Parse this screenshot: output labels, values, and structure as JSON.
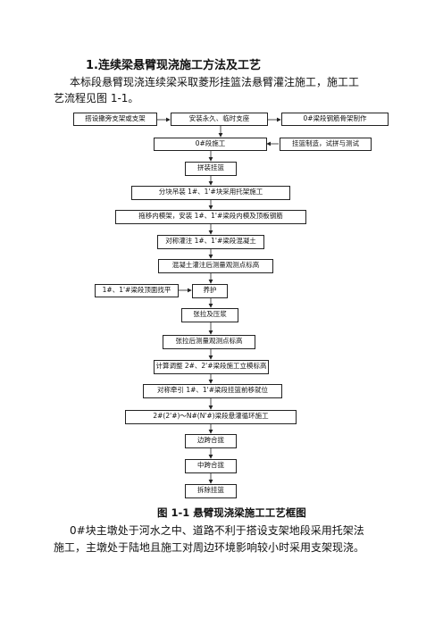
{
  "heading": "1.连续梁悬臂现浇施工方法及工艺",
  "intro": {
    "line1": "本标段悬臂现浇连续梁采取菱形挂篮法悬臂灌注施工，施工工",
    "line2": "艺流程见图 1-1。"
  },
  "flowchart": {
    "top_left": "搭设撒旁支架或支架",
    "top_mid": "安装永久、临时支座",
    "top_right": "0#梁段钢筋骨架制作",
    "zero_block": "0#段施工",
    "side_test": "挂篮制造，试拼与测试",
    "s1": "拼装挂篮",
    "s2": "分块吊装 1#、1'#块采用托架施工",
    "s3": "拖移内模架，安装 1#、1'#梁段内模及顶板钢筋",
    "s4": "对称灌注 1#、1'#梁段混凝土",
    "s5": "混凝土灌注后测量观测点标高",
    "side_left": "1#、1'#梁段顶面找平",
    "s6": "养护",
    "s7": "张拉及压浆",
    "s8": "张拉后测量观测点标高",
    "s9": "计算调整 2#、2'#梁段施工立模标高",
    "s10": "对称牵引 1#、1'#梁段挂篮前移就位",
    "s11": "2#(2'#)～N#(N'#)梁段悬灌循环施工",
    "s12": "边跨合拢",
    "s13": "中跨合拢",
    "s14": "拆除挂篮"
  },
  "caption": "图 1-1  悬臂现浇梁施工工艺框图",
  "body": {
    "line1": "0#块主墩处于河水之中、道路不利于搭设支架地段采用托架法",
    "line2": "施工，主墩处于陆地且施工对周边环境影响较小时采用支架现浇。"
  }
}
